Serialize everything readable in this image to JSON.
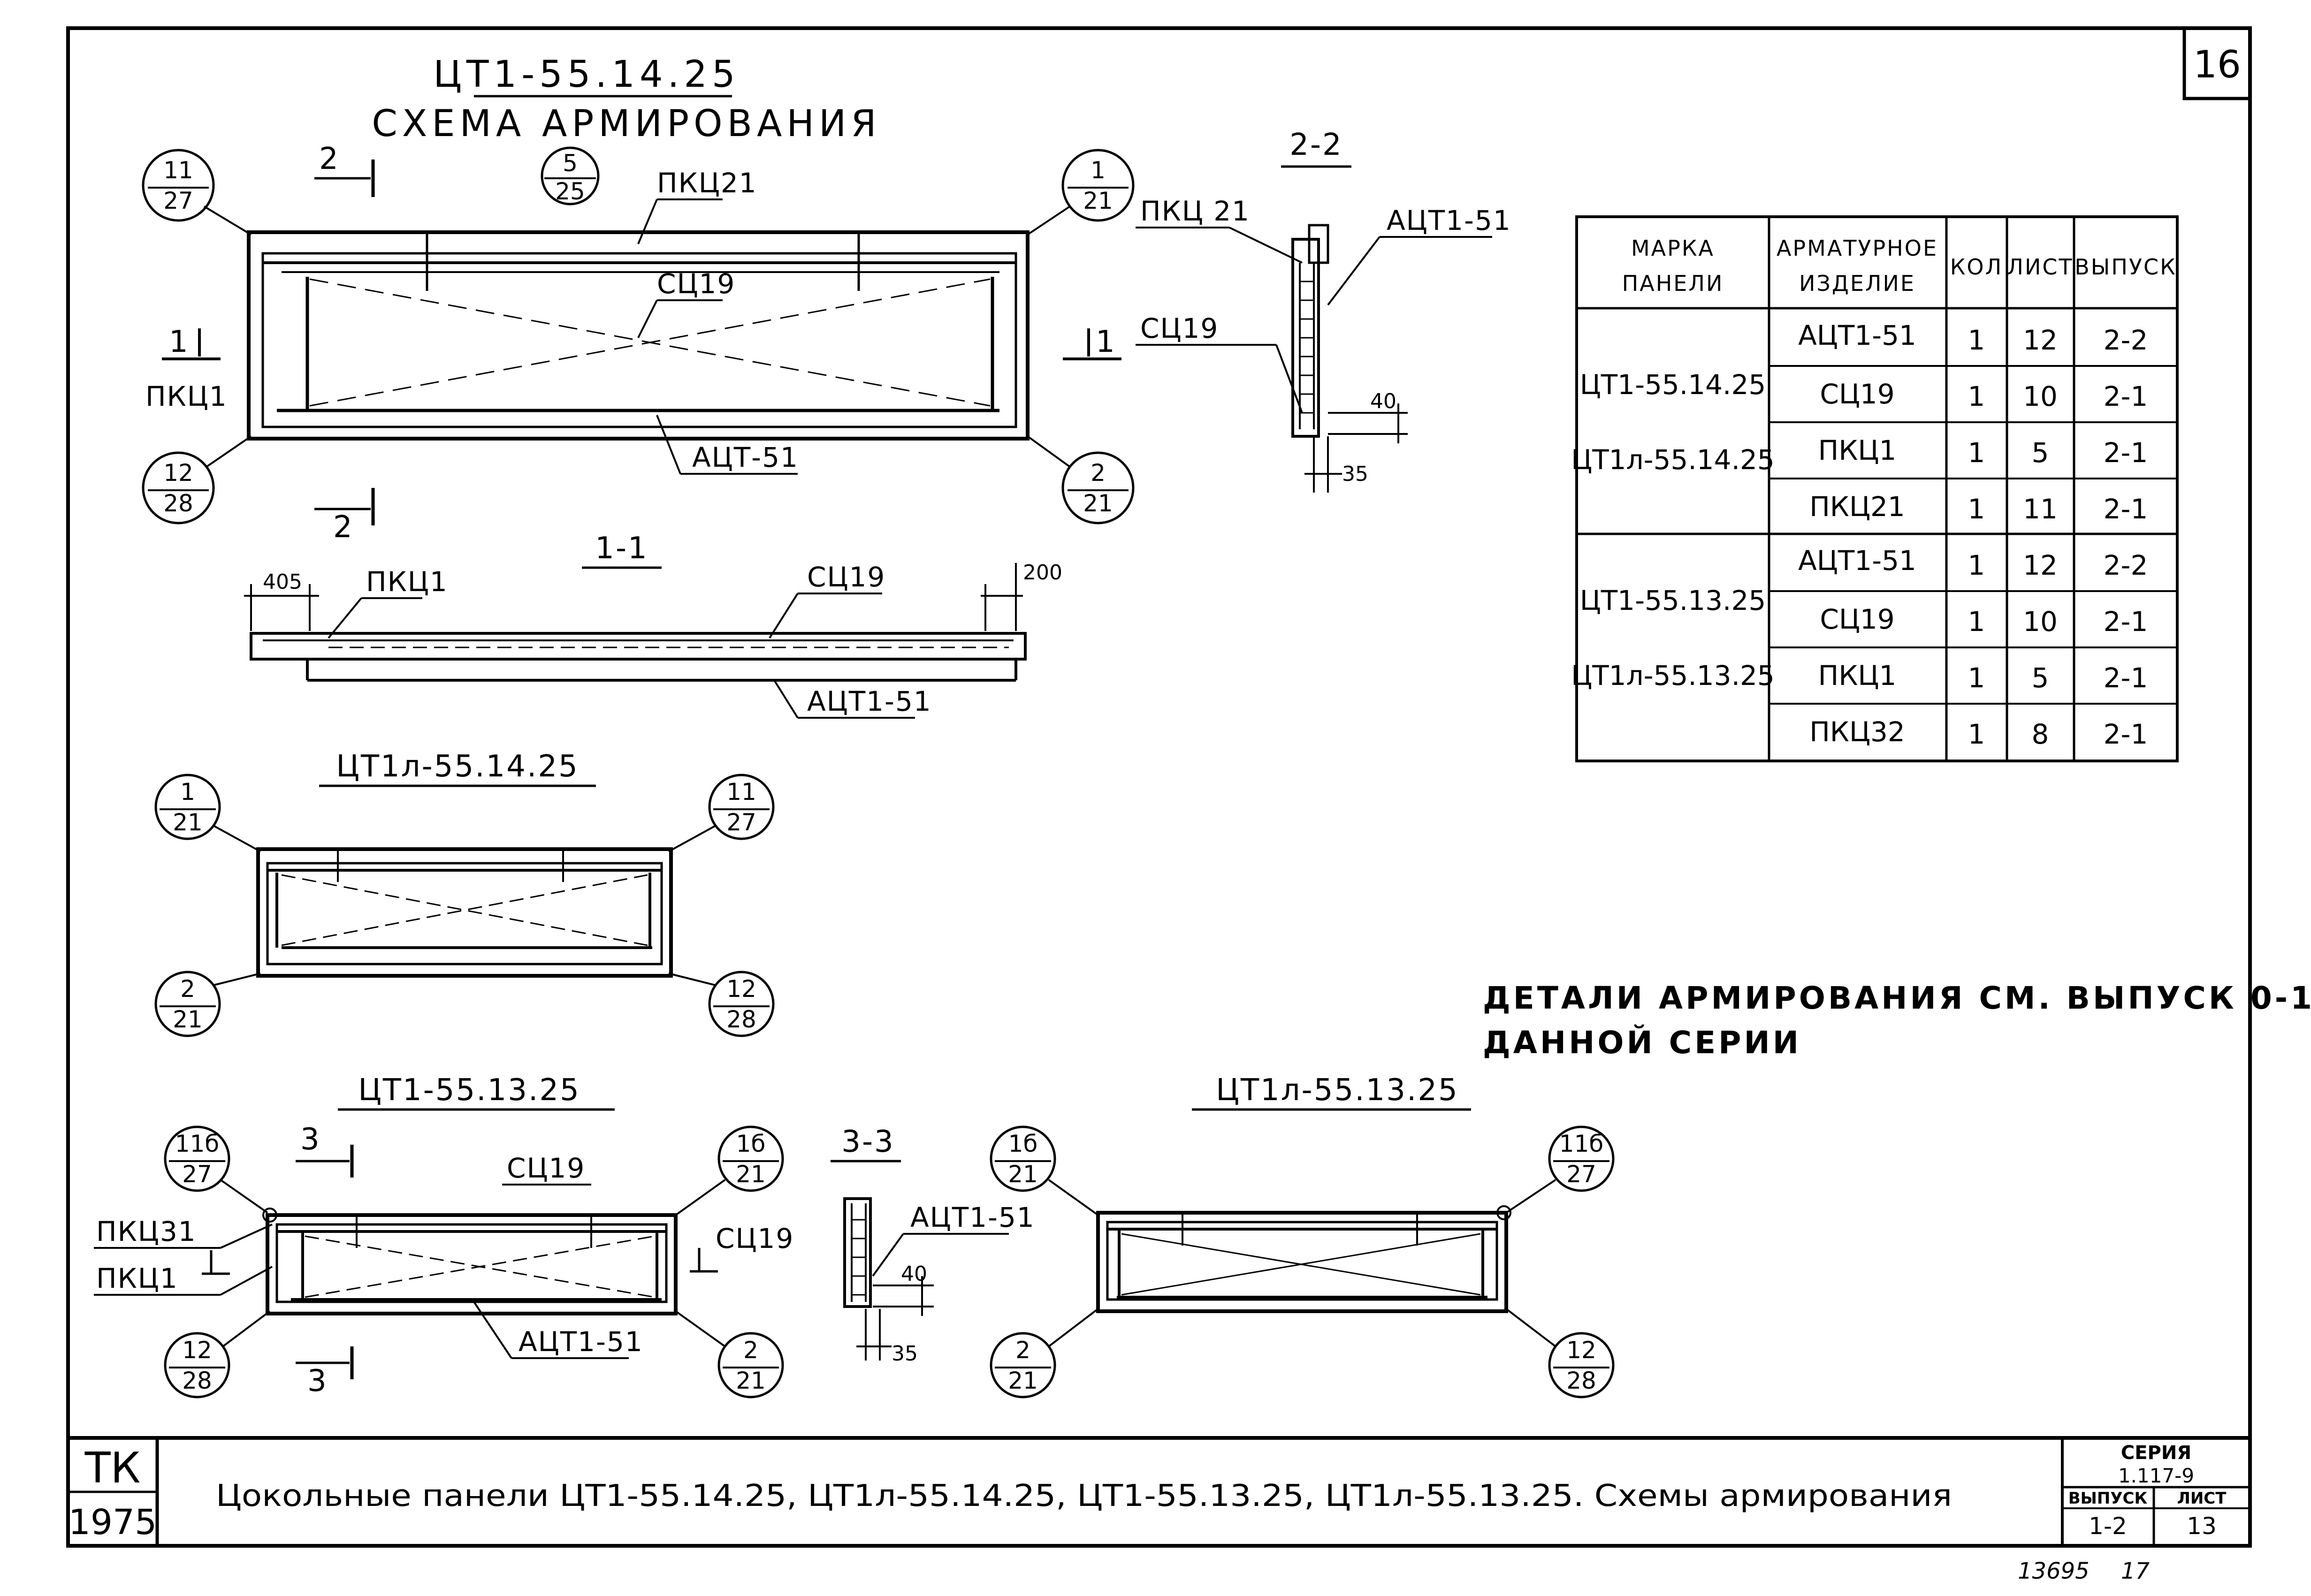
{
  "sheet": {
    "number": "16",
    "footer_left": "13695",
    "footer_right": "17"
  },
  "main": {
    "title": "ЦТ1-55.14.25",
    "subtitle": "СХЕМА АРМИРОВАНИЯ",
    "refs": {
      "top_center": [
        "5",
        "25"
      ],
      "left_top": [
        "11",
        "27"
      ],
      "left_bottom": [
        "12",
        "28"
      ],
      "right_top": [
        "1",
        "21"
      ],
      "right_bottom": [
        "2",
        "21"
      ]
    },
    "labels": {
      "pkc21": "ПКЦ21",
      "sc19": "СЦ19",
      "act51": "АЦТ-51",
      "pkc1": "ПКЦ1",
      "sec2_top": "2",
      "sec2_bottom": "2",
      "sec1_left": "1",
      "sec1_right": "1"
    }
  },
  "section_1_1": {
    "title": "1-1",
    "dim_405": "405",
    "dim_200": "200",
    "pkc1": "ПКЦ1",
    "sc19": "СЦ19",
    "act1_51": "АЦТ1-51"
  },
  "section_2_2": {
    "title": "2-2",
    "pkc21": "ПКЦ 21",
    "act1_51": "АЦТ1-51",
    "sc19": "СЦ19",
    "dim_40": "40",
    "dim_35": "35"
  },
  "panel_ct1l_14": {
    "title": "ЦТ1л-55.14.25",
    "refs": {
      "left_top": [
        "1",
        "21"
      ],
      "left_bottom": [
        "2",
        "21"
      ],
      "right_top": [
        "11",
        "27"
      ],
      "right_bottom": [
        "12",
        "28"
      ]
    }
  },
  "panel_ct1_13": {
    "title": "ЦТ1-55.13.25",
    "refs": {
      "left_top": [
        "11б",
        "27"
      ],
      "left_bottom": [
        "12",
        "28"
      ],
      "right_top": [
        "1б",
        "21"
      ],
      "right_bottom": [
        "2",
        "21"
      ]
    },
    "labels": {
      "sc19_top": "СЦ19",
      "sc19_right": "СЦ19",
      "pkc31": "ПКЦ31",
      "pkc1": "ПКЦ1",
      "act1_51": "АЦТ1-51",
      "sec3_top": "3",
      "sec3_bottom": "3"
    }
  },
  "section_3_3": {
    "title": "3-3",
    "act1_51": "АЦТ1-51",
    "dim_40": "40",
    "dim_35": "35"
  },
  "panel_ct1l_13": {
    "title": "ЦТ1л-55.13.25",
    "refs": {
      "left_top": [
        "1б",
        "21"
      ],
      "left_bottom": [
        "2",
        "21"
      ],
      "right_top": [
        "11б",
        "27"
      ],
      "right_bottom": [
        "12",
        "28"
      ]
    }
  },
  "table": {
    "headers": [
      "МАРКА ПАНЕЛИ",
      "АРМАТУРНОЕ ИЗДЕЛИЕ",
      "КОЛ",
      "ЛИСТ",
      "ВЫПУСК"
    ],
    "groups": [
      {
        "marks": [
          "ЦТ1-55.14.25",
          "ЦТ1л-55.14.25"
        ],
        "rows": [
          [
            "АЦТ1-51",
            "1",
            "12",
            "2-2"
          ],
          [
            "СЦ19",
            "1",
            "10",
            "2-1"
          ],
          [
            "ПКЦ1",
            "1",
            "5",
            "2-1"
          ],
          [
            "ПКЦ21",
            "1",
            "11",
            "2-1"
          ]
        ]
      },
      {
        "marks": [
          "ЦТ1-55.13.25",
          "ЦТ1л-55.13.25"
        ],
        "rows": [
          [
            "АЦТ1-51",
            "1",
            "12",
            "2-2"
          ],
          [
            "СЦ19",
            "1",
            "10",
            "2-1"
          ],
          [
            "ПКЦ1",
            "1",
            "5",
            "2-1"
          ],
          [
            "ПКЦ32",
            "1",
            "8",
            "2-1"
          ]
        ]
      }
    ]
  },
  "note": {
    "line1": "ДЕТАЛИ АРМИРОВАНИЯ СМ. ВЫПУСК 0-1",
    "line2": "ДАННОЙ СЕРИИ"
  },
  "title_block": {
    "org": "ТК",
    "year": "1975",
    "title": "Цокольные панели ЦТ1-55.14.25, ЦТ1л-55.14.25, ЦТ1-55.13.25, ЦТ1л-55.13.25. Схемы армирования",
    "series_label": "СЕРИЯ",
    "series_value": "1.117-9",
    "issue_label": "ВЫПУСК",
    "issue_value": "1-2",
    "sheet_label": "ЛИСТ",
    "sheet_value": "13"
  }
}
